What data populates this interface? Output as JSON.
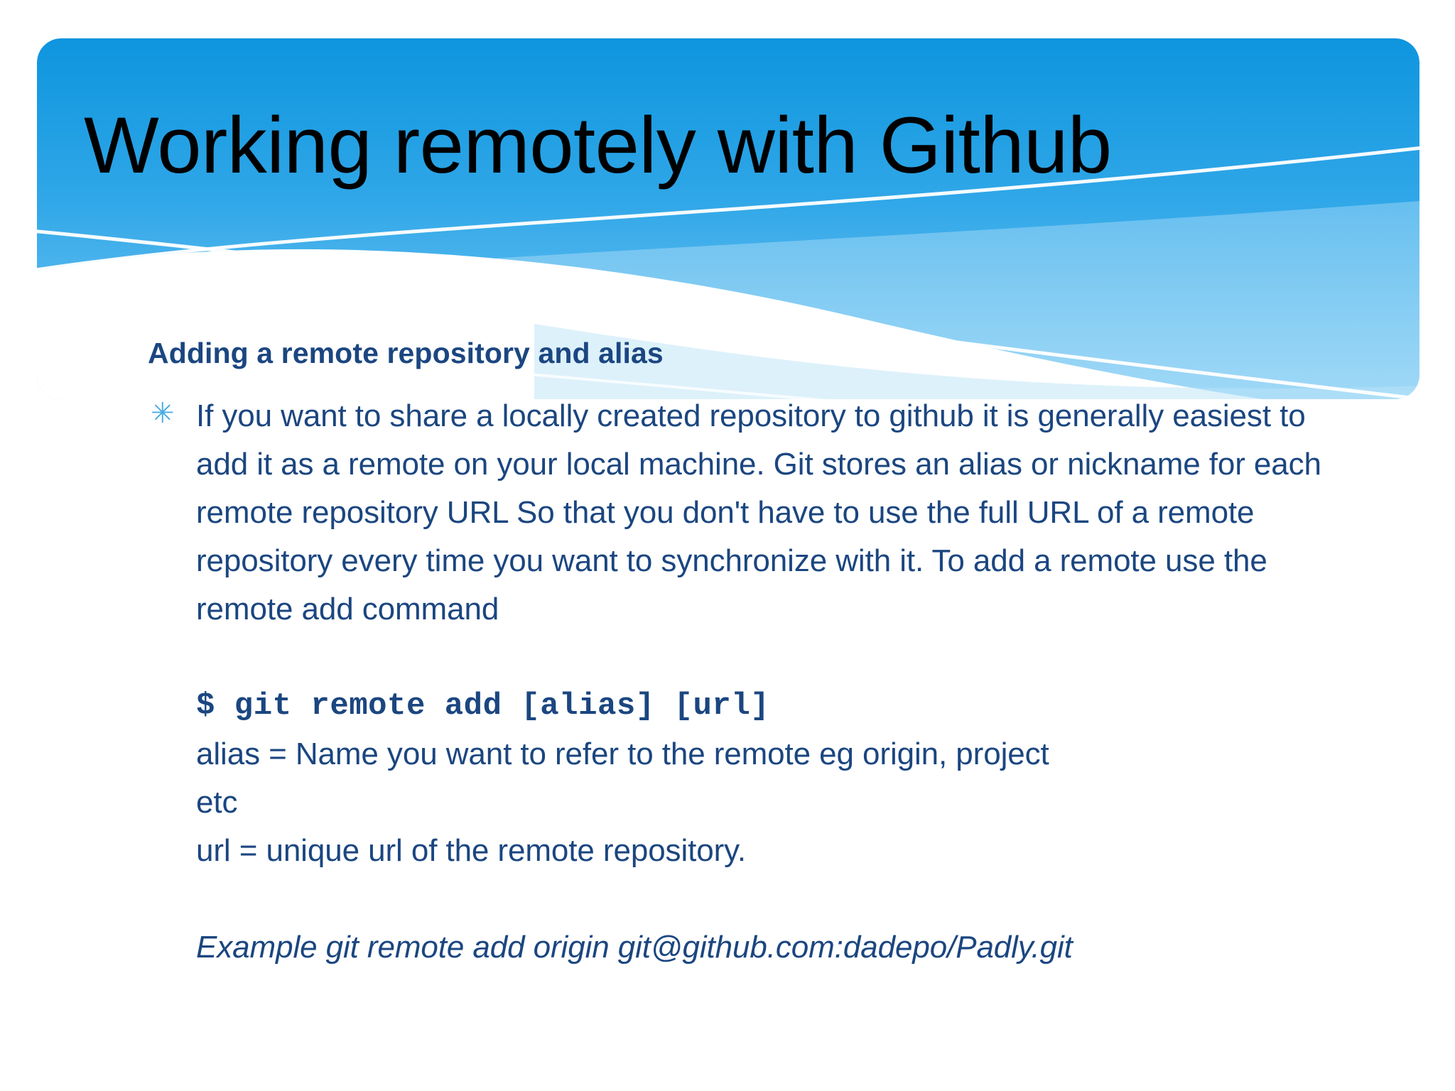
{
  "slide": {
    "title": "Working remotely with Github",
    "theme": {
      "header_gradient_top": "#1398DE",
      "header_gradient_bottom": "#79C9F2",
      "accent_blue": "#4BACE3",
      "body_text_color": "#1B4680",
      "title_color": "#000000",
      "background": "#FFFFFF"
    },
    "body": {
      "heading": "Adding a remote repository and alias",
      "bullet_icon": "asterisk-bullet-icon",
      "bullet_glyph": "✳",
      "paragraph": "If you want to share a locally created repository to github it is generally easiest to add it as a remote on your local machine. Git stores an alias or nickname for each remote repository URL So that you don't have to use the full URL of a remote repository every time you want to synchronize with it.  To add a remote use the remote add command",
      "command": "$ git remote add [alias] [url]",
      "definitions": [
        "alias = Name you want to refer to the remote eg origin, project",
        "etc",
        "url = unique url of the remote repository."
      ],
      "example": "Example  git remote add origin git@github.com:dadepo/Padly.git"
    }
  }
}
